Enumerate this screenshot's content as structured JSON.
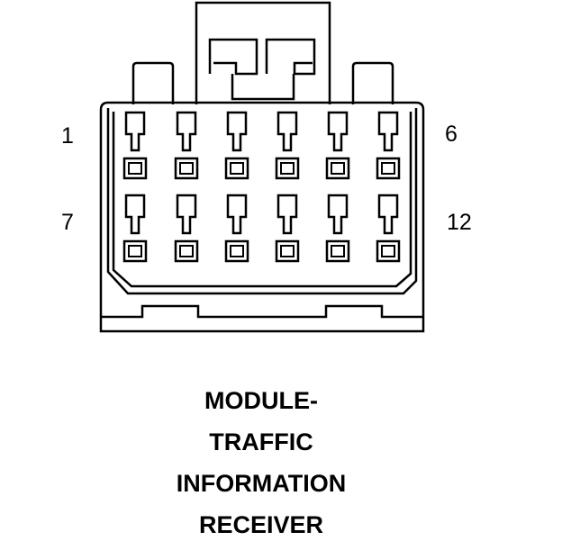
{
  "connector": {
    "pin_labels": {
      "top_left": "1",
      "top_right": "6",
      "bottom_left": "7",
      "bottom_right": "12"
    },
    "rows": 2,
    "pins_per_row": 6
  },
  "caption": {
    "lines": [
      "MODULE-",
      "TRAFFIC",
      "INFORMATION",
      "RECEIVER"
    ]
  },
  "colors": {
    "stroke": "#000000",
    "background": "#ffffff"
  }
}
